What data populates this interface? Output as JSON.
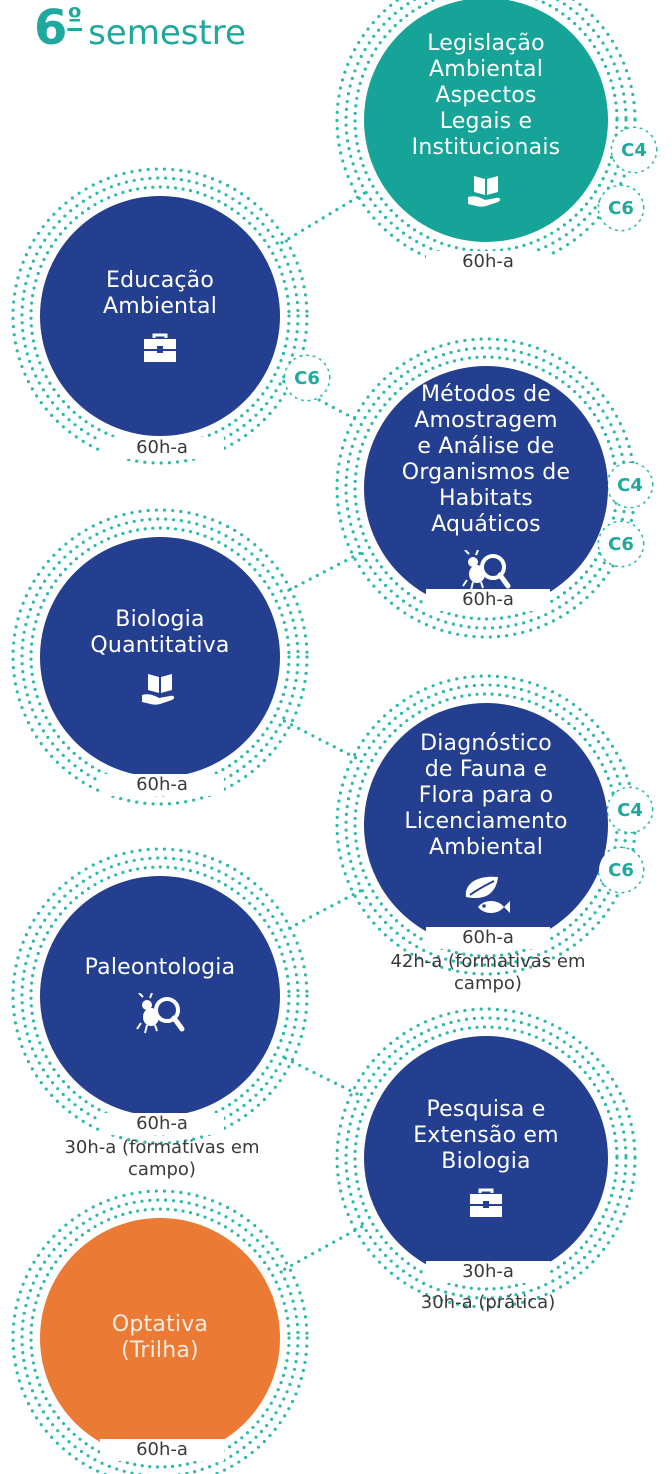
{
  "title": {
    "number": "6",
    "ordinal": "º",
    "word": "semestre"
  },
  "colors": {
    "navy": "#243f8f",
    "teal": "#15a497",
    "orange": "#eb7a35",
    "dots": "#2fb9aa"
  },
  "disciplines": [
    {
      "id": "legislacao",
      "label": "Legislação Ambiental Aspectos Legais e Institucionais",
      "icon": "book-hand-icon",
      "hours": "60h-a",
      "extra": "",
      "competencies": [
        "C4",
        "C6"
      ]
    },
    {
      "id": "educacao",
      "label": "Educação Ambiental",
      "icon": "briefcase-icon",
      "hours": "60h-a",
      "extra": "",
      "competencies": [
        "C6"
      ]
    },
    {
      "id": "metodos",
      "label": "Métodos de Amostragem e Análise de Organismos de Habitats Aquáticos",
      "icon": "insect-magnifier-icon",
      "hours": "60h-a",
      "extra": "",
      "competencies": [
        "C4",
        "C6"
      ]
    },
    {
      "id": "biologia-quantitativa",
      "label": "Biologia Quantitativa",
      "icon": "book-hand-icon",
      "hours": "60h-a",
      "extra": "",
      "competencies": []
    },
    {
      "id": "diagnostico",
      "label": "Diagnóstico de Fauna e Flora para o Licenciamento Ambiental",
      "icon": "leaf-fish-icon",
      "hours": "60h-a",
      "extra": "42h-a (formativas em campo)",
      "competencies": [
        "C4",
        "C6"
      ]
    },
    {
      "id": "paleontologia",
      "label": "Paleontologia",
      "icon": "insect-magnifier-icon",
      "hours": "60h-a",
      "extra": "30h-a (formativas em campo)",
      "competencies": []
    },
    {
      "id": "pesquisa",
      "label": "Pesquisa e Extensão em Biologia",
      "icon": "briefcase-icon",
      "hours": "30h-a",
      "extra": "30h-a (prática)",
      "competencies": []
    },
    {
      "id": "optativa",
      "label": "Optativa (Trilha)",
      "icon": "",
      "hours": "60h-a",
      "extra": "",
      "competencies": []
    }
  ]
}
